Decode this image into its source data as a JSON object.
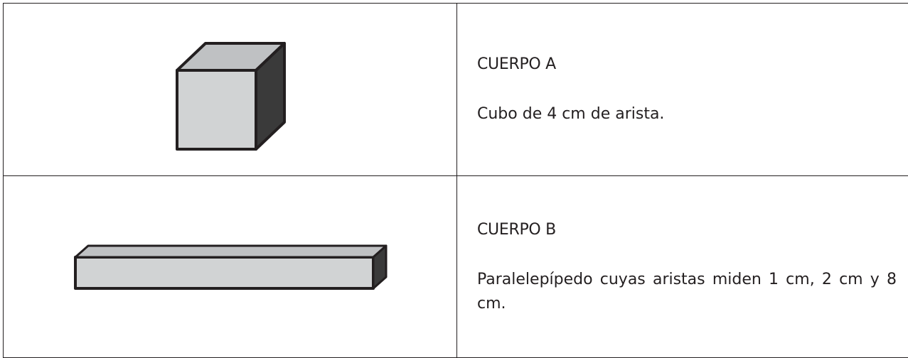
{
  "bodies": [
    {
      "label": "CUERPO A",
      "description": "Cubo de 4 cm de arista.",
      "shape_icon": "cube-icon"
    },
    {
      "label": "CUERPO B",
      "description": "Paralelepípedo cuyas aristas miden 1 cm, 2 cm y 8 cm.",
      "shape_icon": "rectangular-prism-icon"
    }
  ],
  "colors": {
    "front_face": "#d1d3d4",
    "top_face": "#bfc1c3",
    "side_face": "#3a3a3a",
    "outline": "#231f20"
  }
}
